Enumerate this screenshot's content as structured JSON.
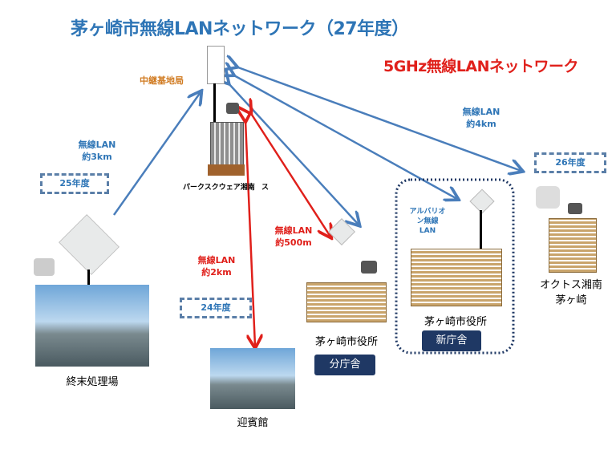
{
  "title": "茅ヶ崎市無線LANネットワーク（27年度）",
  "subtitle": "5GHz無線LANネットワーク",
  "relay": {
    "label": "中継基地局",
    "building": "パークスクウェア湘南",
    "building_suffix": "ス"
  },
  "links": {
    "l3km": {
      "line1": "無線LAN",
      "line2": "約3km",
      "year": "25年度"
    },
    "l4km": {
      "line1": "無線LAN",
      "line2": "約4km",
      "year": "26年度"
    },
    "l500m": {
      "line1": "無線LAN",
      "line2": "約500m"
    },
    "l2km": {
      "line1": "無線LAN",
      "line2": "約2km",
      "year": "24年度"
    }
  },
  "sites": {
    "sewage": "終末処理場",
    "guesthouse": "迎賓館",
    "annex": {
      "name": "茅ヶ崎市役所",
      "badge": "分庁舎"
    },
    "newhall": {
      "name": "茅ヶ崎市役所",
      "badge": "新庁舎",
      "note1": "アルバリオ",
      "note2": "ン無線",
      "note3": "LAN"
    },
    "octos": {
      "line1": "オクトス湘南",
      "line2": "茅ヶ崎"
    }
  },
  "colors": {
    "blue": "#2e75b6",
    "red": "#e0201b",
    "navy": "#1f3864"
  }
}
